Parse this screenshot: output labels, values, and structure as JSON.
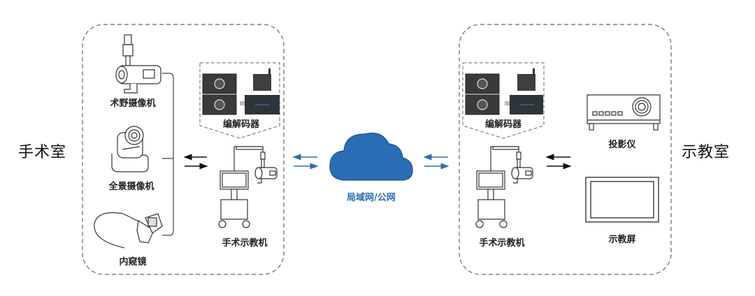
{
  "rooms": {
    "left": {
      "label": "手术室"
    },
    "right": {
      "label": "示教室"
    }
  },
  "left_devices": {
    "field_camera": "术野摄像机",
    "panoramic_camera": "全景摄像机",
    "endoscope": "内窥镜",
    "codec": "编解码器",
    "teaching_machine": "手术示教机"
  },
  "network": {
    "label": "局域网/公网",
    "icon": "cloud-icon"
  },
  "right_devices": {
    "codec": "编解码器",
    "teaching_machine": "手术示教机",
    "projector": "投影仪",
    "screen": "示教屏"
  },
  "colors": {
    "cloud": "#2a6db5",
    "net_arrow": "#2a6db5",
    "device_arrow": "#111111",
    "dashed_border": "#555555"
  }
}
